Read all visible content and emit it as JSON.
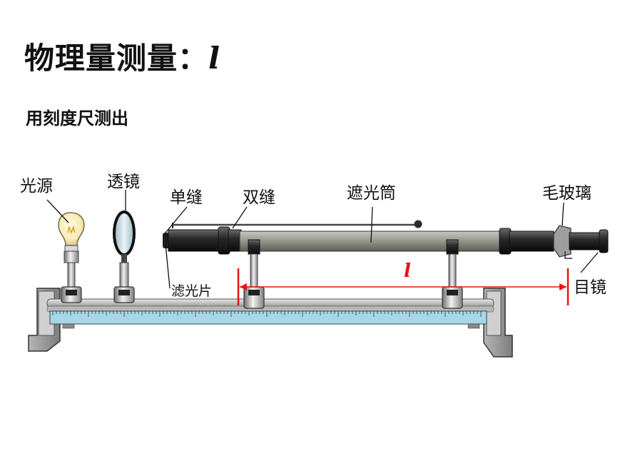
{
  "title": {
    "prefix": "物理量测量：",
    "symbol": "l"
  },
  "subtitle": "用刻度尺测出",
  "labels": {
    "light_source": "光源",
    "lens": "透镜",
    "single_slit": "单缝",
    "double_slit": "双缝",
    "light_shield_tube": "遮光筒",
    "ground_glass": "毛玻璃",
    "filter": "滤光片",
    "eyepiece": "目镜",
    "length_symbol": "l"
  },
  "colors": {
    "measure_line": "#e8140c",
    "scale_fill": "#a9d6e6",
    "tube": "#8f8f86",
    "rail": "#c9c9c9"
  }
}
